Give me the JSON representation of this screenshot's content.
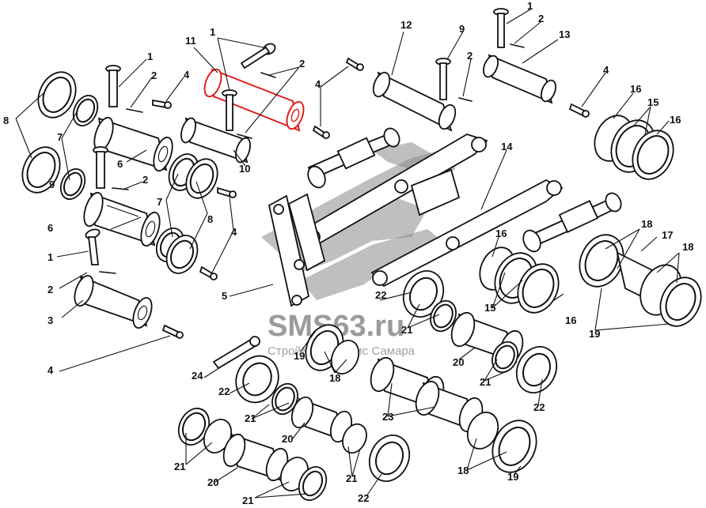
{
  "diagram": {
    "highlight_color": "#e02020",
    "line_color": "#111111",
    "watermark": {
      "logo": "sms63-logo",
      "text": "SMS63.ru",
      "subtitle": "СтройМашСервис Самара"
    },
    "callouts": [
      "1",
      "2",
      "3",
      "4",
      "5",
      "6",
      "7",
      "8",
      "9",
      "10",
      "11",
      "12",
      "13",
      "14",
      "15",
      "16",
      "17",
      "18",
      "19",
      "20",
      "21",
      "22",
      "23",
      "24"
    ]
  }
}
